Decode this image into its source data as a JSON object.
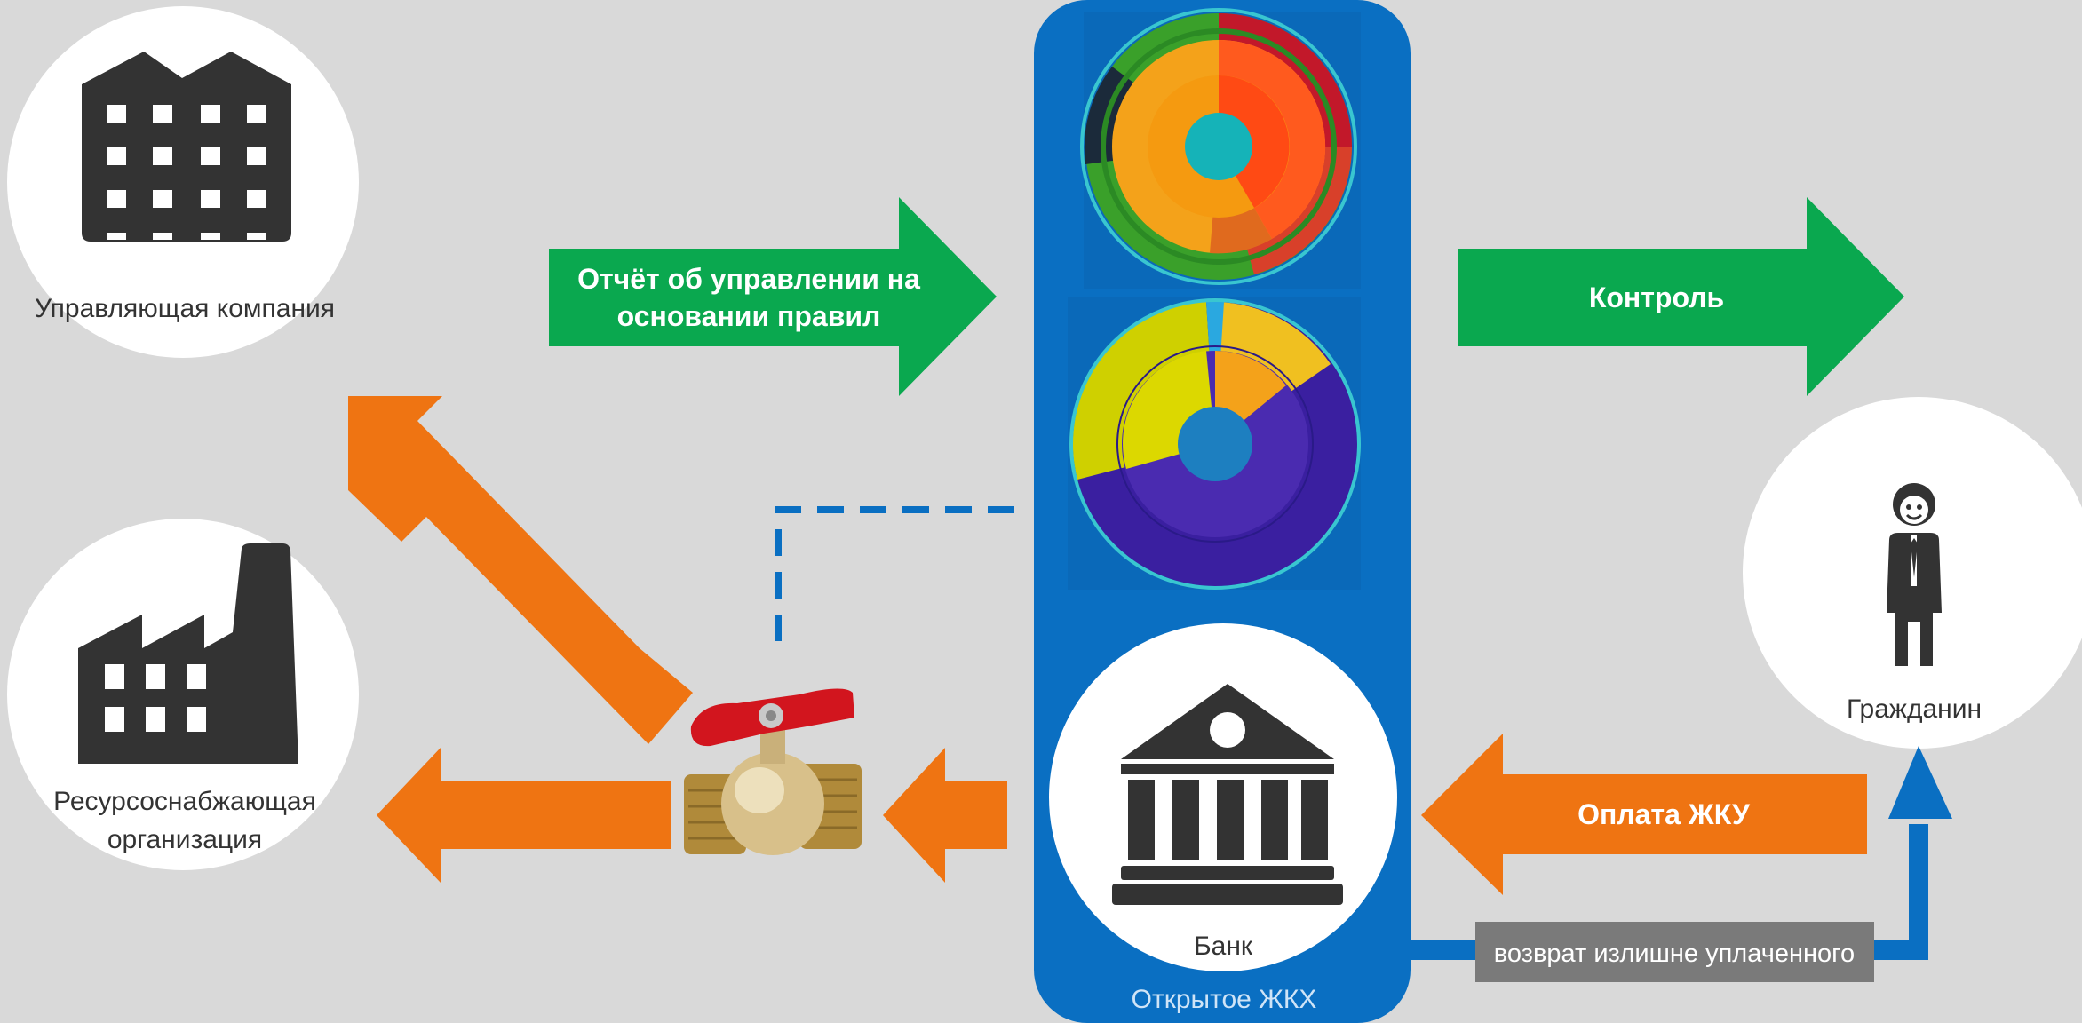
{
  "nodes": {
    "management_company": {
      "label": "Управляющая компания",
      "icon": "apartment-building-icon"
    },
    "resource_org": {
      "label_line1": "Ресурсоснабжающая",
      "label_line2": "организация",
      "icon": "factory-icon"
    },
    "bank": {
      "label": "Банк",
      "icon": "bank-building-icon"
    },
    "open_zhkh": {
      "label": "Открытое ЖКХ"
    },
    "citizen": {
      "label": "Гражданин",
      "icon": "person-icon"
    },
    "valve": {
      "icon": "ball-valve-icon"
    }
  },
  "arrows": {
    "report": {
      "line1": "Отчёт об управлении на",
      "line2": "основании правил",
      "color": "#0aa84f"
    },
    "control": {
      "label": "Контроль",
      "color": "#0aa84f"
    },
    "payment": {
      "label": "Оплата ЖКУ",
      "color": "#ef7412"
    },
    "refund": {
      "label": "возврат излишне уплаченного",
      "color": "#7a7a7a"
    }
  },
  "colors": {
    "background": "#d9d9d9",
    "green": "#0aa84f",
    "orange": "#ef7412",
    "blue": "#0a6fc2",
    "dark_icon": "#333333",
    "circle": "#ffffff"
  },
  "charts": [
    {
      "type": "sunburst",
      "icon": "sunburst-chart-icon",
      "palette": [
        "#15b3b8",
        "#f4a21a",
        "#ff5a1e",
        "#d8402a",
        "#3aa02a",
        "#c2182a",
        "#1c5aa8"
      ]
    },
    {
      "type": "sunburst",
      "icon": "sunburst-chart-icon",
      "palette": [
        "#1d7fc0",
        "#3a1fa0",
        "#cfd000",
        "#f0c020",
        "#2aa8e0",
        "#f4a21a"
      ]
    }
  ]
}
